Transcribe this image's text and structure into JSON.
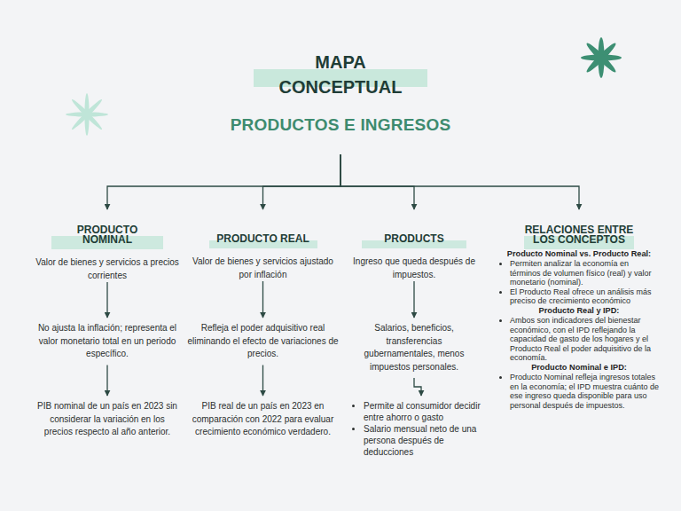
{
  "diagram": {
    "title": "MAPA CONCEPTUAL",
    "nodes": [
      {
        "text": [
          "PRODUCTOS E INGRESOS"
        ]
      },
      {
        "text": [
          "PRODUCTO NOMINAL",
          "Valor de bienes y servicios a precios corrientes"
        ]
      },
      {
        "text": [
          "No ajusta la inflación; representa el valor monetario total en un periodo específico."
        ]
      },
      {
        "text": [
          "PIB nominal de un país en 2023 sin considerar la variación en los precios respecto al año anterior."
        ]
      },
      {
        "text": [
          "PRODUCTO REAL",
          "Valor de bienes y servicios ajustado por inflación"
        ]
      },
      {
        "text": [
          "Refleja el poder adquisitivo real eliminando el efecto de variaciones de precios."
        ]
      },
      {
        "text": [
          "PIB real de un país en 2023 en comparación con 2022 para evaluar crecimiento económico verdadero."
        ]
      },
      {
        "text": [
          "PRODUCTS",
          "Ingreso que queda después de impuestos."
        ]
      },
      {
        "text": [
          "Salarios, beneficios, transferencias gubernamentales, menos impuestos personales."
        ]
      },
      {
        "text": [
          "Permite al consumidor decidir entre ahorro o gasto",
          "Salario mensual neto de una persona después de deducciones"
        ]
      },
      {
        "text": [
          "RELACIONES ENTRE LOS CONCEPTOS",
          "Producto Nominal vs. Producto Real:",
          "Permiten analizar la economía en términos de volumen físico (real) y valor monetario (nominal).",
          "El Producto Real ofrece un análisis más preciso de crecimiento económico",
          "Producto Real y IPD:",
          "Ambos son indicadores del bienestar económico, con el IPD reflejando la capacidad de gasto de los hogares y el Producto Real el poder adquisitivo de la economía.",
          "Producto Nominal e IPD:",
          "Producto Nominal refleja ingresos totales en la economía; el IPD muestra cuánto de ese ingreso queda disponible para uso personal después de impuestos."
        ]
      }
    ],
    "edges": [
      {
        "from": 0,
        "to": 1,
        "arrow": "to"
      },
      {
        "from": 0,
        "to": 4,
        "arrow": "to"
      },
      {
        "from": 0,
        "to": 7,
        "arrow": "to"
      },
      {
        "from": 0,
        "to": 10,
        "arrow": "to"
      },
      {
        "from": 1,
        "to": 2,
        "arrow": "to"
      },
      {
        "from": 2,
        "to": 3,
        "arrow": "to"
      },
      {
        "from": 4,
        "to": 5,
        "arrow": "to"
      },
      {
        "from": 5,
        "to": 6,
        "arrow": "to"
      },
      {
        "from": 7,
        "to": 8,
        "arrow": "to"
      },
      {
        "from": 8,
        "to": 9,
        "arrow": "to"
      }
    ]
  }
}
